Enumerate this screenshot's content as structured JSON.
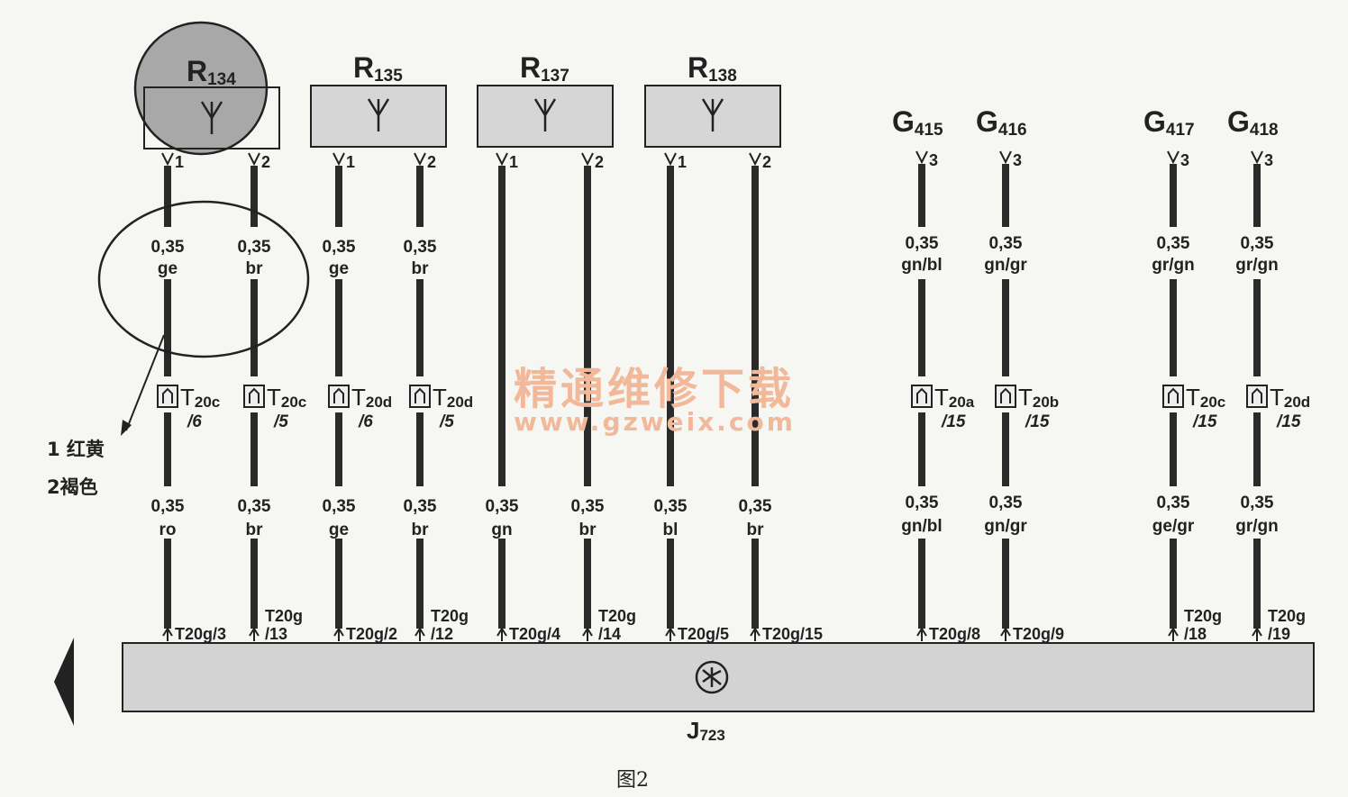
{
  "caption": "图2",
  "note": {
    "line1": "1 红黄",
    "line2": "2褐色"
  },
  "watermark": {
    "text": "精通维修下载",
    "url": "www.gzweix.com"
  },
  "bus": {
    "label_main": "J",
    "label_sub": "723"
  },
  "components": [
    {
      "id": "R134",
      "main": "R",
      "sub": "134",
      "type": "antenna",
      "highlighted": true
    },
    {
      "id": "R135",
      "main": "R",
      "sub": "135",
      "type": "antenna"
    },
    {
      "id": "R137",
      "main": "R",
      "sub": "137",
      "type": "antenna"
    },
    {
      "id": "R138",
      "main": "R",
      "sub": "138",
      "type": "antenna"
    },
    {
      "id": "G415",
      "main": "G",
      "sub": "415",
      "type": "sensor"
    },
    {
      "id": "G416",
      "main": "G",
      "sub": "416",
      "type": "sensor"
    },
    {
      "id": "G417",
      "main": "G",
      "sub": "417",
      "type": "sensor"
    },
    {
      "id": "G418",
      "main": "G",
      "sub": "418",
      "type": "sensor"
    }
  ],
  "wires": [
    {
      "pin": "1",
      "upper": {
        "gauge": "0,35",
        "color": "ge"
      },
      "connector": {
        "main": "T",
        "sub": "20c",
        "pin": "/6"
      },
      "lower": {
        "gauge": "0,35",
        "color": "ro"
      },
      "terminal": [
        "T20g/3"
      ]
    },
    {
      "pin": "2",
      "upper": {
        "gauge": "0,35",
        "color": "br"
      },
      "connector": {
        "main": "T",
        "sub": "20c",
        "pin": "/5"
      },
      "lower": {
        "gauge": "0,35",
        "color": "br"
      },
      "terminal": [
        "T20g",
        "/13"
      ]
    },
    {
      "pin": "1",
      "upper": {
        "gauge": "0,35",
        "color": "ge"
      },
      "connector": {
        "main": "T",
        "sub": "20d",
        "pin": "/6"
      },
      "lower": {
        "gauge": "0,35",
        "color": "ge"
      },
      "terminal": [
        "T20g/2"
      ]
    },
    {
      "pin": "2",
      "upper": {
        "gauge": "0,35",
        "color": "br"
      },
      "connector": {
        "main": "T",
        "sub": "20d",
        "pin": "/5"
      },
      "lower": {
        "gauge": "0,35",
        "color": "br"
      },
      "terminal": [
        "T20g",
        "/12"
      ]
    },
    {
      "pin": "1",
      "lower": {
        "gauge": "0,35",
        "color": "gn"
      },
      "terminal": [
        "T20g/4"
      ]
    },
    {
      "pin": "2",
      "lower": {
        "gauge": "0,35",
        "color": "br"
      },
      "terminal": [
        "T20g",
        "/14"
      ]
    },
    {
      "pin": "1",
      "lower": {
        "gauge": "0,35",
        "color": "bl"
      },
      "terminal": [
        "T20g/5"
      ]
    },
    {
      "pin": "2",
      "lower": {
        "gauge": "0,35",
        "color": "br"
      },
      "terminal": [
        "T20g/15"
      ]
    },
    {
      "pin": "3",
      "upper": {
        "gauge": "0,35",
        "color": "gn/bl"
      },
      "connector": {
        "main": "T",
        "sub": "20a",
        "pin": "/15"
      },
      "lower": {
        "gauge": "0,35",
        "color": "gn/bl"
      },
      "terminal": [
        "T20g/8"
      ]
    },
    {
      "pin": "3",
      "upper": {
        "gauge": "0,35",
        "color": "gn/gr"
      },
      "connector": {
        "main": "T",
        "sub": "20b",
        "pin": "/15"
      },
      "lower": {
        "gauge": "0,35",
        "color": "gn/gr"
      },
      "terminal": [
        "T20g/9"
      ]
    },
    {
      "pin": "3",
      "upper": {
        "gauge": "0,35",
        "color": "gr/gn"
      },
      "connector": {
        "main": "T",
        "sub": "20c",
        "pin": "/15"
      },
      "lower": {
        "gauge": "0,35",
        "color": "ge/gr"
      },
      "terminal": [
        "T20g",
        "/18"
      ]
    },
    {
      "pin": "3",
      "upper": {
        "gauge": "0,35",
        "color": "gr/gn"
      },
      "connector": {
        "main": "T",
        "sub": "20d",
        "pin": "/15"
      },
      "lower": {
        "gauge": "0,35",
        "color": "gr/gn"
      },
      "terminal": [
        "T20g",
        "/19"
      ]
    }
  ],
  "colors": {
    "wire": "#2a2a2a",
    "box_fill": "#d6d6d6",
    "highlight_fill": "#a8a8a8",
    "bus_fill": "#d3d3d3",
    "watermark": "#f2b89a"
  }
}
